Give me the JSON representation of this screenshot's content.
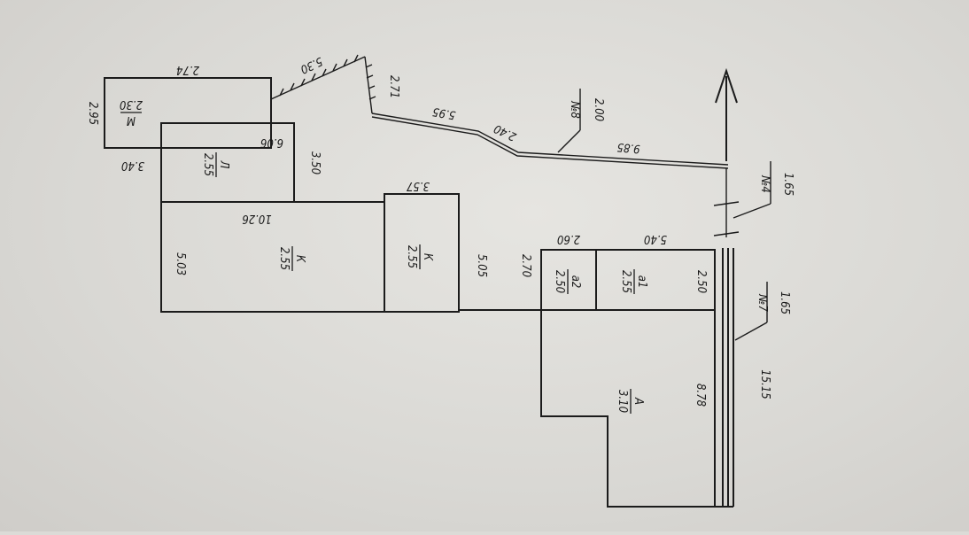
{
  "plan": {
    "rooms": [
      {
        "id": "m",
        "letter": "М",
        "value": "2.30",
        "width": "2.74",
        "height": "2.95",
        "right": "3.40"
      },
      {
        "id": "l1",
        "letter": "Л",
        "value": "2.55",
        "width": "6.06",
        "height": "3.50"
      },
      {
        "id": "k1",
        "letter": "К",
        "value": "2.55",
        "width": "10.26",
        "height": "5.03"
      },
      {
        "id": "k2",
        "letter": "К",
        "value": "2.55",
        "width": "3.57",
        "height": "5.05"
      },
      {
        "id": "a2",
        "letter": "а2",
        "value": "2.50",
        "width": "2.60",
        "height": "2.70"
      },
      {
        "id": "a1",
        "letter": "а1",
        "value": "2.55",
        "width": "5.40",
        "height": "2.50"
      },
      {
        "id": "a",
        "letter": "А",
        "value": "3.10",
        "height": "8.78"
      }
    ],
    "fences": [
      {
        "id": "n8",
        "number": "№8",
        "value": "2.00"
      },
      {
        "id": "n4",
        "number": "№4",
        "value": "1.65"
      },
      {
        "id": "n7",
        "number": "№7",
        "value": "1.65"
      }
    ],
    "dimensions": {
      "diag_top": "5.30",
      "fence_short": "2.71",
      "fence_a": "5.95",
      "fence_b": "2.40",
      "fence_c": "9.85",
      "fence_long": "15.15"
    }
  }
}
